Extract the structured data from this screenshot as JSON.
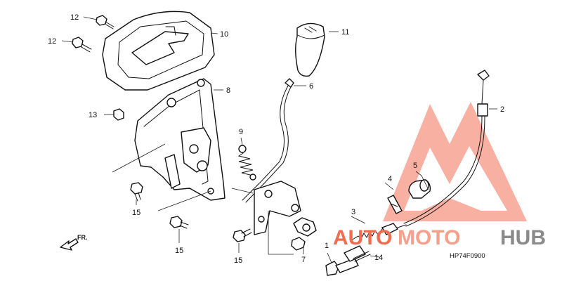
{
  "diagram": {
    "callouts": {
      "c1": "1",
      "c2": "2",
      "c3": "3",
      "c4": "4",
      "c5": "5",
      "c6": "6",
      "c7": "7",
      "c8": "8",
      "c9": "9",
      "c10": "10",
      "c11": "11",
      "c12a": "12",
      "c12b": "12",
      "c13": "13",
      "c14": "14",
      "c15a": "15",
      "c15b": "15",
      "c15c": "15"
    },
    "front_marker": "FR.",
    "figure_code": "HP74F0900"
  },
  "watermark": {
    "text_orange": "AUTO",
    "text_gray_1": "MOTO",
    "text_gray_2": "HUB",
    "color_primary": "#f26b4f",
    "color_gray": "#8a8a8a"
  }
}
